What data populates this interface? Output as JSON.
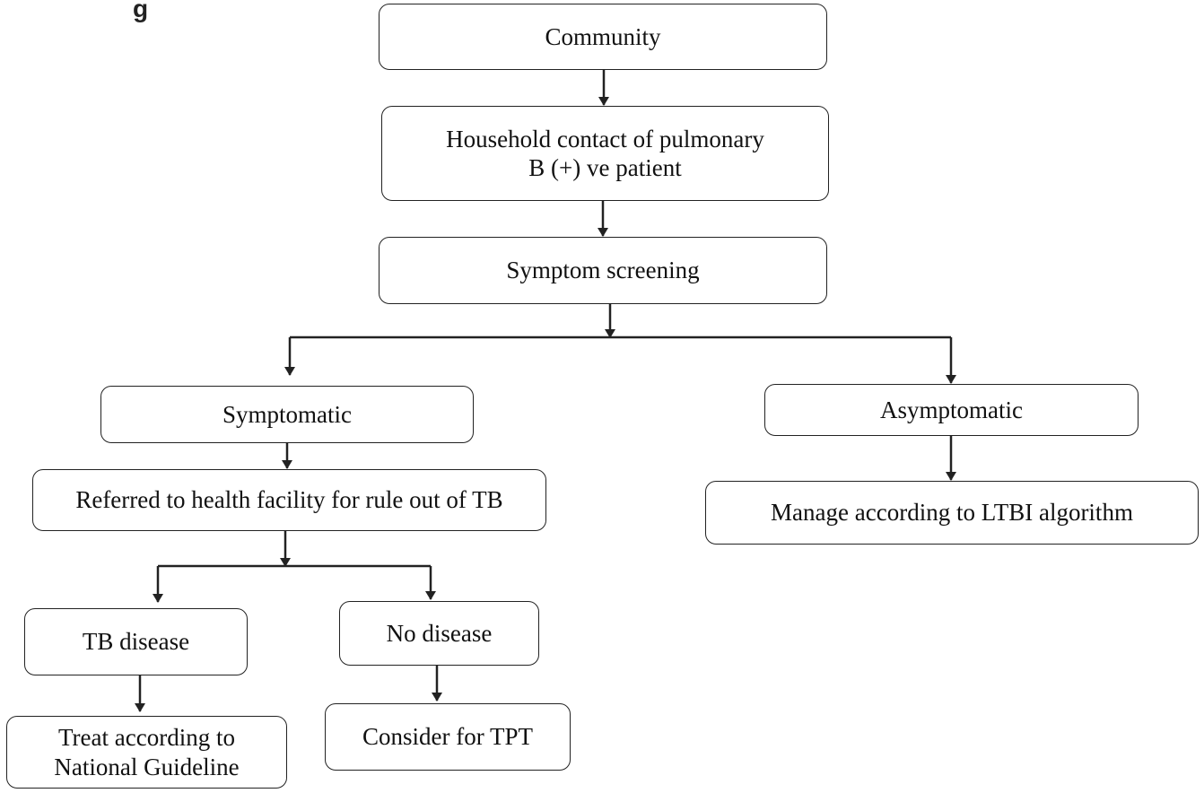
{
  "title_fragment": "g",
  "nodes": {
    "community": "Community",
    "household_contact": {
      "line1": "Household contact of pulmonary",
      "line2": "B (+) ve patient"
    },
    "symptom_screening": "Symptom screening",
    "symptomatic": "Symptomatic",
    "asymptomatic": "Asymptomatic",
    "referred": "Referred to health facility for rule out of  TB",
    "manage_ltbi": "Manage according to LTBI algorithm",
    "tb_disease": "TB disease",
    "no_disease": "No disease",
    "treat": {
      "line1": "Treat according to",
      "line2": "National Guideline"
    },
    "consider_tpt": "Consider for TPT"
  },
  "colors": {
    "line": "#222222",
    "box_border": "#222222",
    "text": "#111111"
  }
}
